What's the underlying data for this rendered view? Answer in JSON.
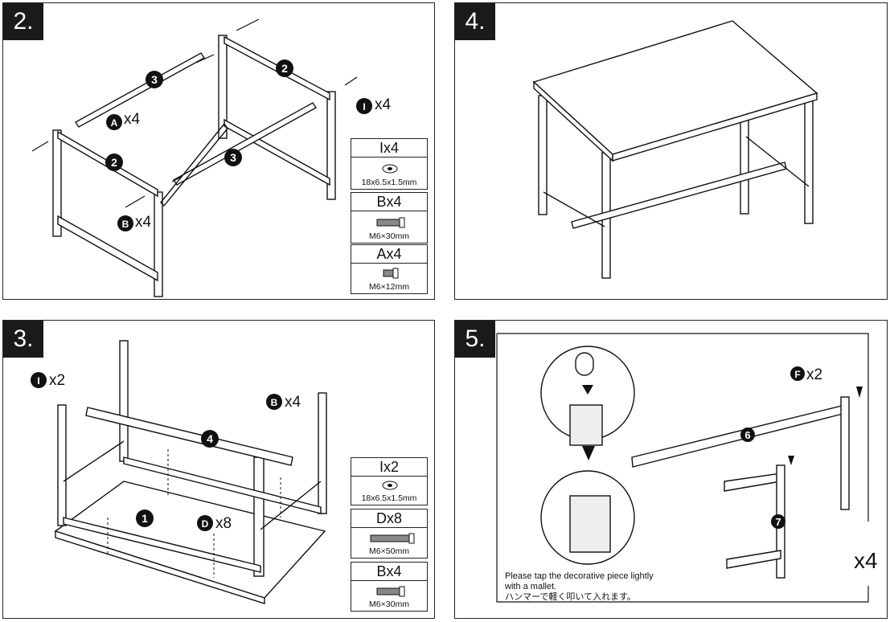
{
  "panels": {
    "p2": {
      "step": "2.",
      "labels": {
        "a": "A",
        "a_count": "x4",
        "b": "B",
        "b_count": "x4",
        "i": "I",
        "i_count": "x4"
      },
      "parts": [
        "2",
        "2",
        "3",
        "3"
      ],
      "hardware": [
        {
          "title": "Ix4",
          "spec": "18x6.5x1.5mm",
          "icon": "washer-icon"
        },
        {
          "title": "Bx4",
          "spec": "M6×30mm",
          "icon": "bolt-icon"
        },
        {
          "title": "Ax4",
          "spec": "M6×12mm",
          "icon": "bolt-icon"
        }
      ]
    },
    "p3": {
      "step": "3.",
      "labels": {
        "i": "I",
        "i_count": "x2",
        "b": "B",
        "b_count": "x4",
        "d": "D",
        "d_count": "x8"
      },
      "parts": [
        "4",
        "1"
      ],
      "hardware": [
        {
          "title": "Ix2",
          "spec": "18x6.5x1.5mm",
          "icon": "washer-icon"
        },
        {
          "title": "Dx8",
          "spec": "M6×50mm",
          "icon": "bolt-icon"
        },
        {
          "title": "Bx4",
          "spec": "M6×30mm",
          "icon": "bolt-icon"
        }
      ]
    },
    "p4": {
      "step": "4."
    },
    "p5": {
      "step": "5.",
      "labels": {
        "f": "F",
        "f_count": "x2",
        "multiplier": "x4"
      },
      "parts": [
        "6",
        "7"
      ],
      "note_lines": [
        "Please tap the decorative piece lightly",
        "with a mallet.",
        "ハンマーで軽く叩いて入れます。"
      ]
    }
  }
}
